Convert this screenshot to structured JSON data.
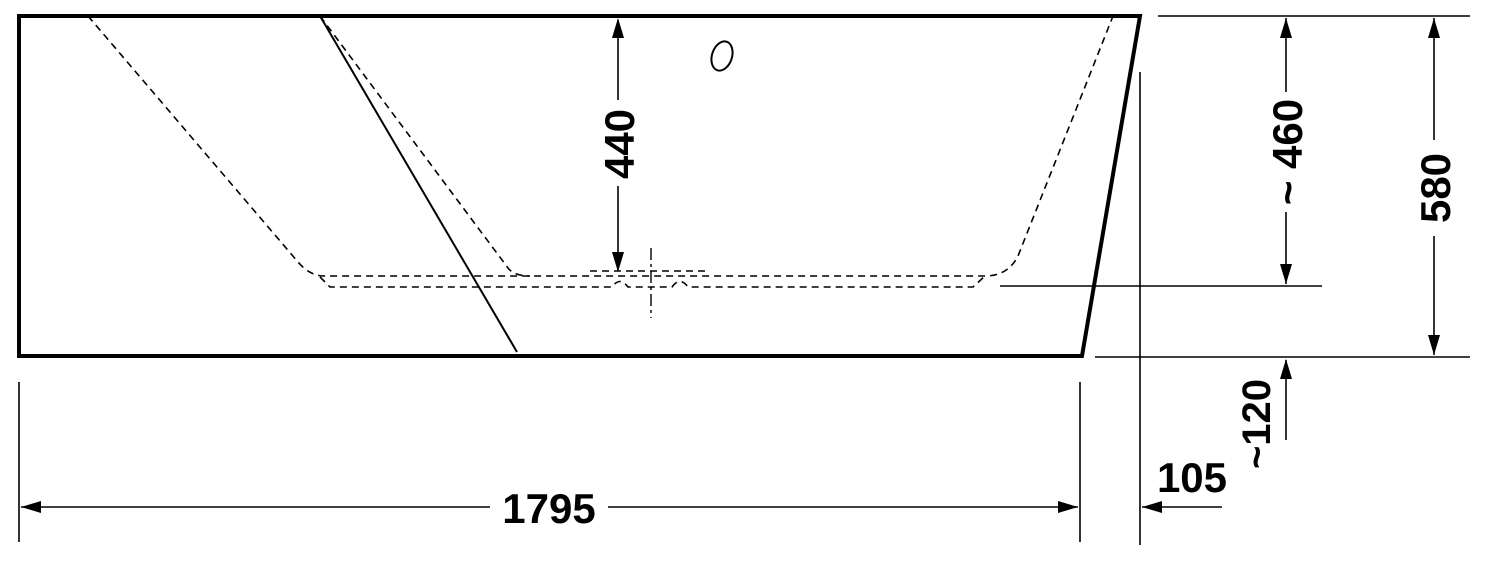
{
  "dimensions": {
    "length": "1795",
    "height_total": "580",
    "height_inner": "~ 460",
    "depth": "440",
    "foot_height": "~120",
    "offset": "105"
  }
}
